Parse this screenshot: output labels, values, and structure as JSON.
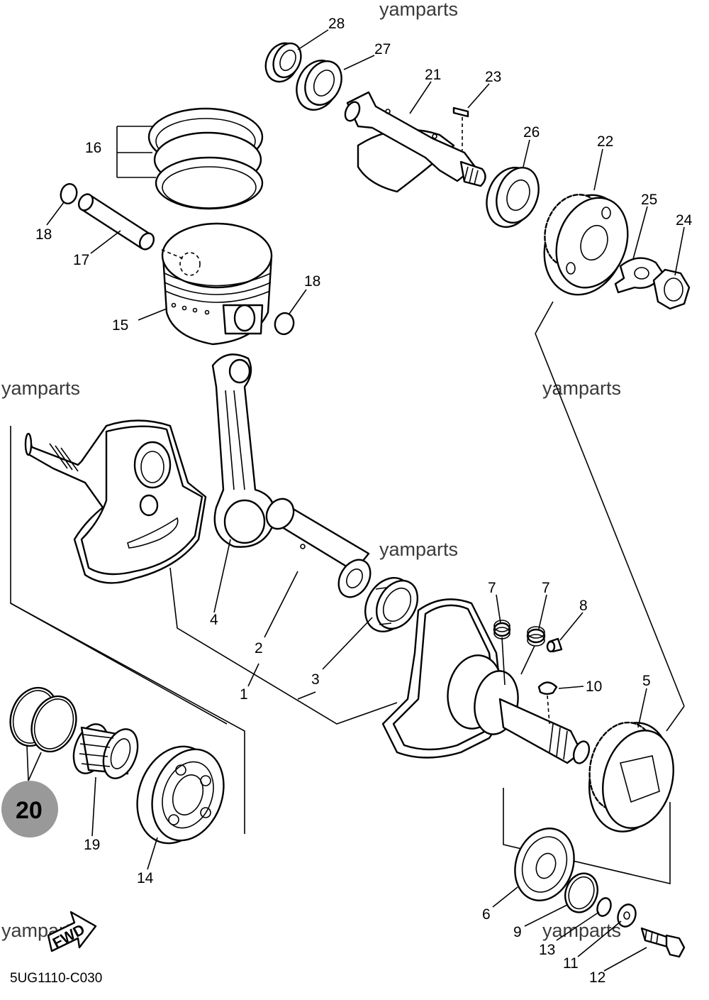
{
  "watermark": "yamparts",
  "diagram_code": "5UG1110-C030",
  "fwd_label": "FWD",
  "group_badge": "20",
  "callouts": [
    "28",
    "27",
    "21",
    "23",
    "16",
    "26",
    "22",
    "25",
    "24",
    "18",
    "17",
    "15",
    "18",
    "4",
    "2",
    "3",
    "1",
    "7",
    "7",
    "8",
    "10",
    "5",
    "19",
    "14",
    "6",
    "9",
    "13",
    "11",
    "12"
  ]
}
